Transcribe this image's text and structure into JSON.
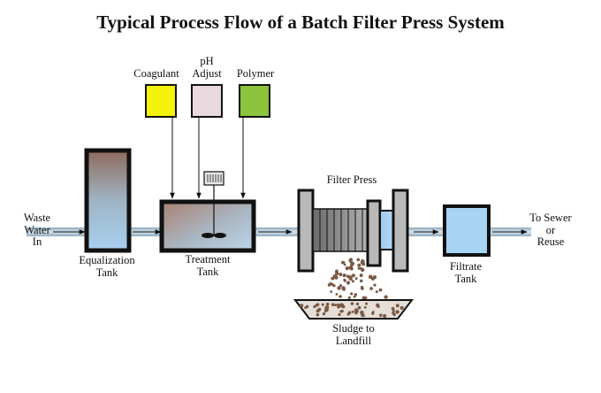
{
  "title": "Typical Process Flow of a Batch Filter Press System",
  "inlet": {
    "line1": "Waste",
    "line2": "Water",
    "line3": "In"
  },
  "outlet": {
    "line1": "To Sewer",
    "line2": "or",
    "line3": "Reuse"
  },
  "chemicals": [
    {
      "label_top": "",
      "label": "Coagulant",
      "color": "#f4f20a"
    },
    {
      "label_top": "pH",
      "label": "Adjust",
      "color": "#ead9de"
    },
    {
      "label_top": "",
      "label": "Polymer",
      "color": "#8bc43c"
    }
  ],
  "equalization_tank": {
    "line1": "Equalization",
    "line2": "Tank"
  },
  "treatment_tank": {
    "line1": "Treatment",
    "line2": "Tank"
  },
  "filter_press": {
    "label": "Filter Press"
  },
  "filtrate_tank": {
    "line1": "Filtrate",
    "line2": "Tank",
    "color": "#a8d4f4"
  },
  "sludge": {
    "line1": "Sludge to",
    "line2": "Landfill"
  },
  "colors": {
    "pipe": "#b7cfe0",
    "frame": "#1a1a1a",
    "water": "#9fc6e8",
    "sludge": "#7a5a45"
  }
}
